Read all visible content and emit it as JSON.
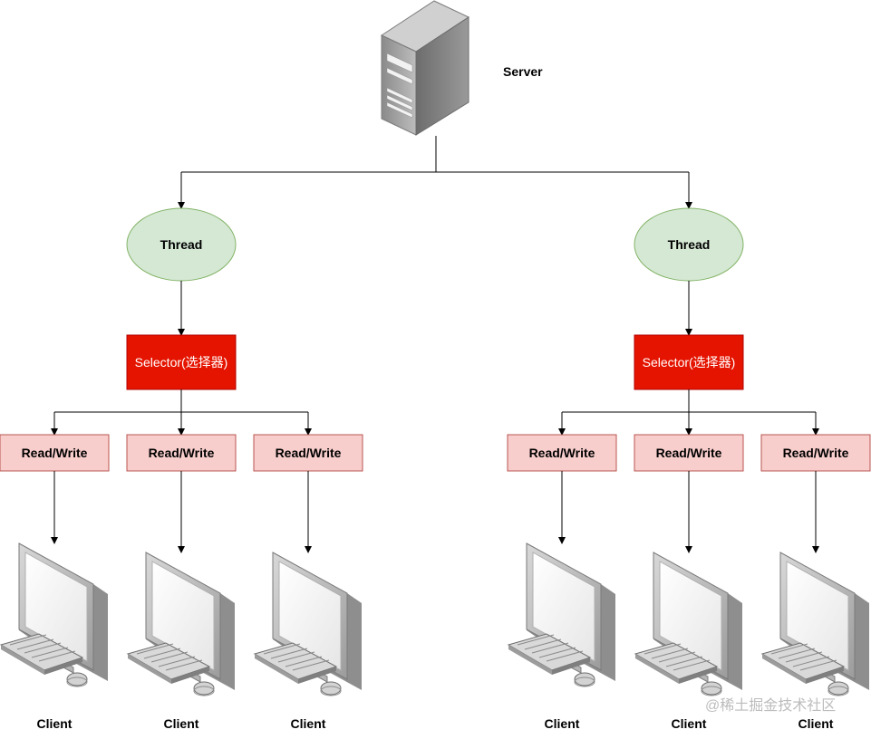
{
  "server": {
    "label": "Server",
    "icon": "server-icon"
  },
  "branches": [
    {
      "thread_label": "Thread",
      "selector_label": "Selector(选择器)",
      "rw_labels": [
        "Read/Write",
        "Read/Write",
        "Read/Write"
      ],
      "client_labels": [
        "Client",
        "Client",
        "Client"
      ]
    },
    {
      "thread_label": "Thread",
      "selector_label": "Selector(选择器)",
      "rw_labels": [
        "Read/Write",
        "Read/Write",
        "Read/Write"
      ],
      "client_labels": [
        "Client",
        "Client",
        "Client"
      ]
    }
  ],
  "watermark": "@稀土掘金技术社区",
  "colors": {
    "thread_fill": "#d5e8d4",
    "thread_stroke": "#82b366",
    "selector_fill": "#e51400",
    "selector_stroke": "#b20000",
    "rw_fill": "#f8cecc",
    "rw_stroke": "#b85450",
    "line": "#000000"
  }
}
